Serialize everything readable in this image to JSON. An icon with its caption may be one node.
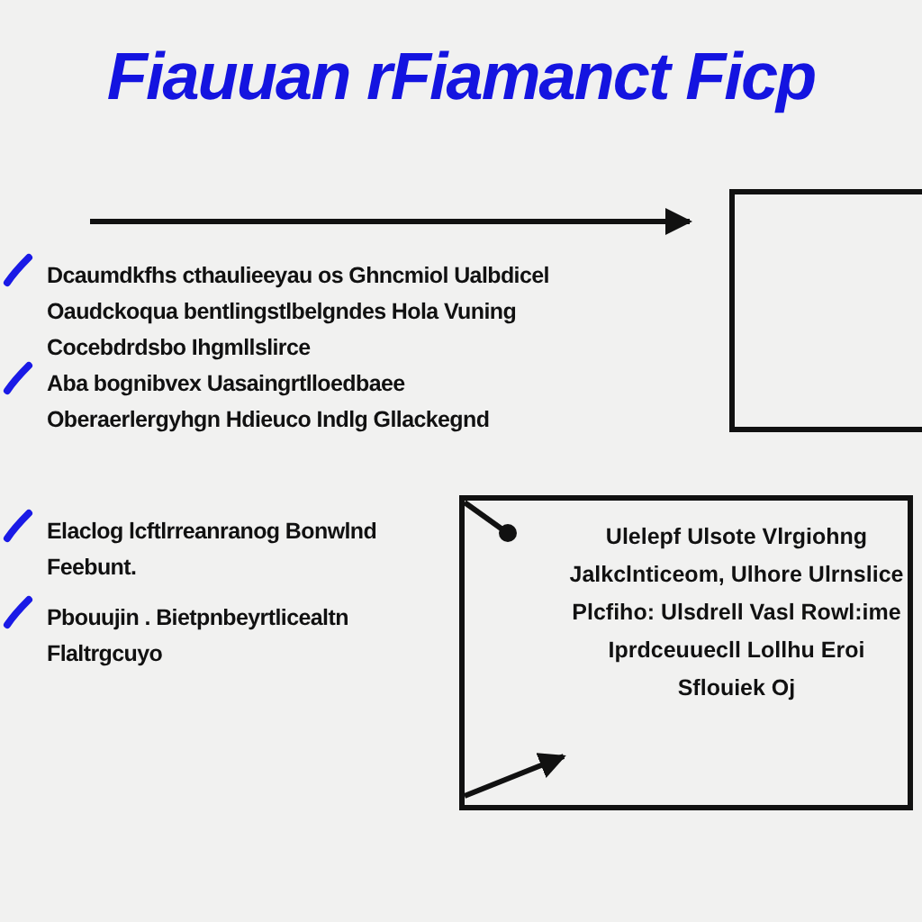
{
  "diagram": {
    "title": "Fiauuan rFiamanct Ficp",
    "nodes": [
      {
        "text": [],
        "shape": "box"
      },
      {
        "text": [
          "Ulelepf Ulsote Vlrgiohng Jalkclnticeom, Ulhore Ulrnslice Plcfiho: Ulsdrell Vasl Rowl:ime Iprdceuuecll Lollhu Eroi Sflouiek Oj"
        ]
      }
    ],
    "labels": [
      "Dcaumdkfhs cthaulieeyau os Ghncmiol Ualbdicel Oaudckoqua bentlingstlbelgndes Hola Vuning Cocebdrdsbo Ihgmllslirce",
      "Aba bognibvex Uasaingrtlloedbaee Oberaerlergyhgn Hdieuco Indlg Gllackegnd",
      "Elaclog lcftlrreanranog Bonwlnd Feebunt.",
      "Pbouujin . Bietpnbeyrtlicealtn Flaltrgcuyo"
    ]
  }
}
